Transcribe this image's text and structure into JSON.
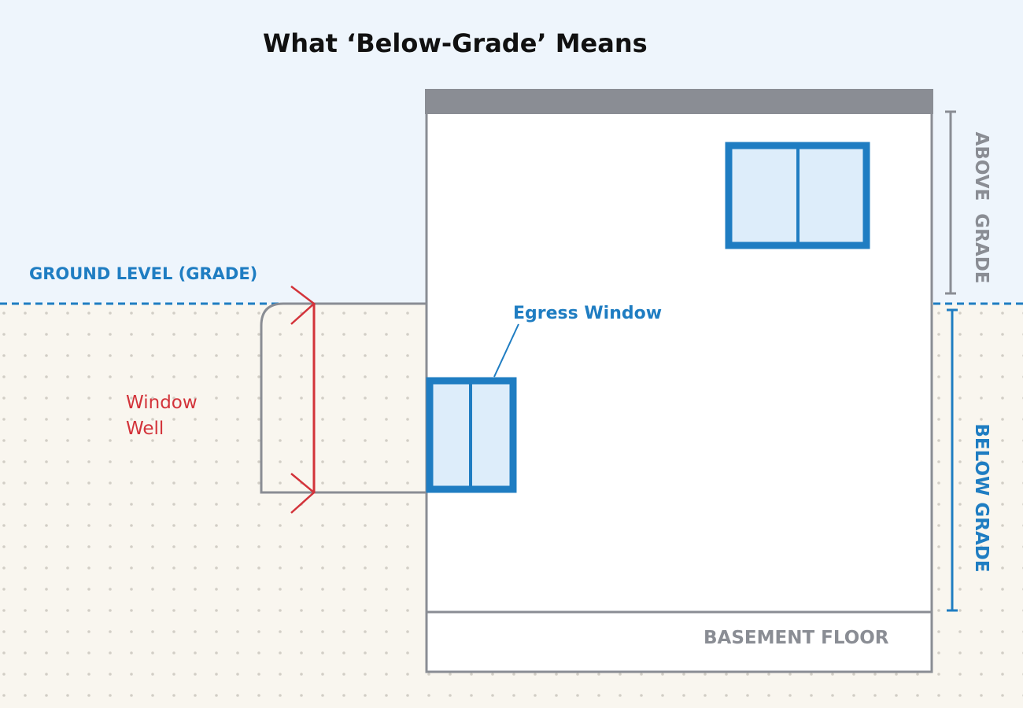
{
  "title": "What ‘Below-Grade’ Means",
  "labels": {
    "ground_level": "GROUND LEVEL (GRADE)",
    "egress_window": "Egress Window",
    "window_well_line1": "Window",
    "window_well_line2": "Well",
    "above_grade": "ABOVE  GRADE",
    "below_grade": "BELOW GRADE",
    "basement_floor": "BASEMENT FLOOR"
  },
  "colors": {
    "sky": "#EEF5FC",
    "ground": "#F9F6EF",
    "ground_dots": "#D2CEC6",
    "blue": "#1F7DC2",
    "red": "#D3333A",
    "gray": "#8A8D94",
    "window_glass": "#DDEDFA",
    "title": "#111111"
  }
}
